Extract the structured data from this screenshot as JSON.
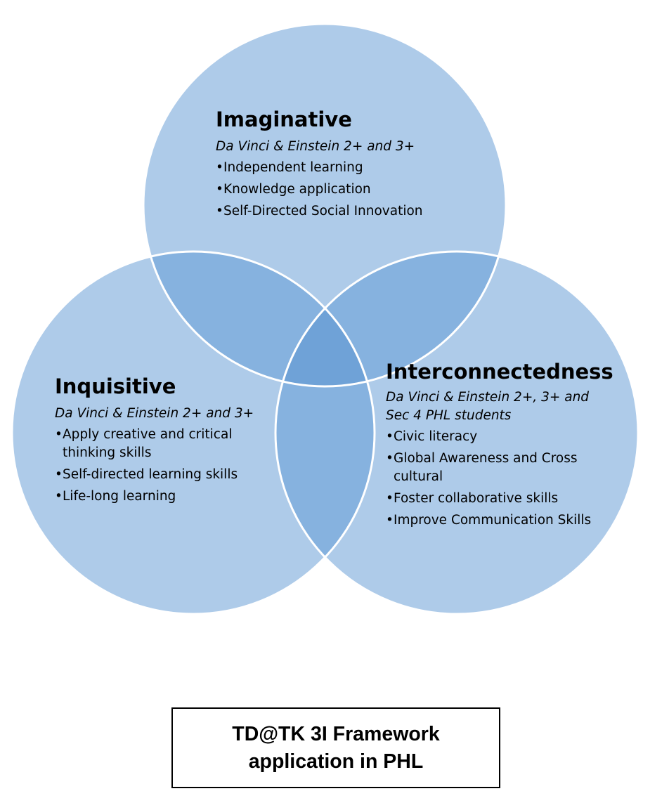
{
  "colors": {
    "circle_fill": "#aecbe9",
    "pair_overlap_fill": "#86b2df",
    "center_overlap_fill": "#6fa2d7",
    "circle_stroke": "#ffffff"
  },
  "circles": [
    {
      "title": "Imaginative",
      "subtitle": "Da Vinci & Einstein 2+ and 3+",
      "items": [
        "Independent learning",
        "Knowledge application",
        "Self-Directed Social Innovation"
      ]
    },
    {
      "title": "Inquisitive",
      "subtitle": "Da Vinci & Einstein 2+ and 3+",
      "items": [
        "Apply creative and critical thinking skills",
        "Self-directed learning skills",
        "Life-long learning"
      ]
    },
    {
      "title": "Interconnectedness",
      "subtitle": "Da Vinci & Einstein 2+, 3+ and Sec 4 PHL students",
      "items": [
        "Civic literacy",
        "Global  Awareness and Cross cultural",
        "Foster collaborative skills",
        "Improve Communication Skills"
      ]
    }
  ],
  "caption": {
    "line1": "TD@TK 3I Framework",
    "line2": "application in PHL"
  }
}
